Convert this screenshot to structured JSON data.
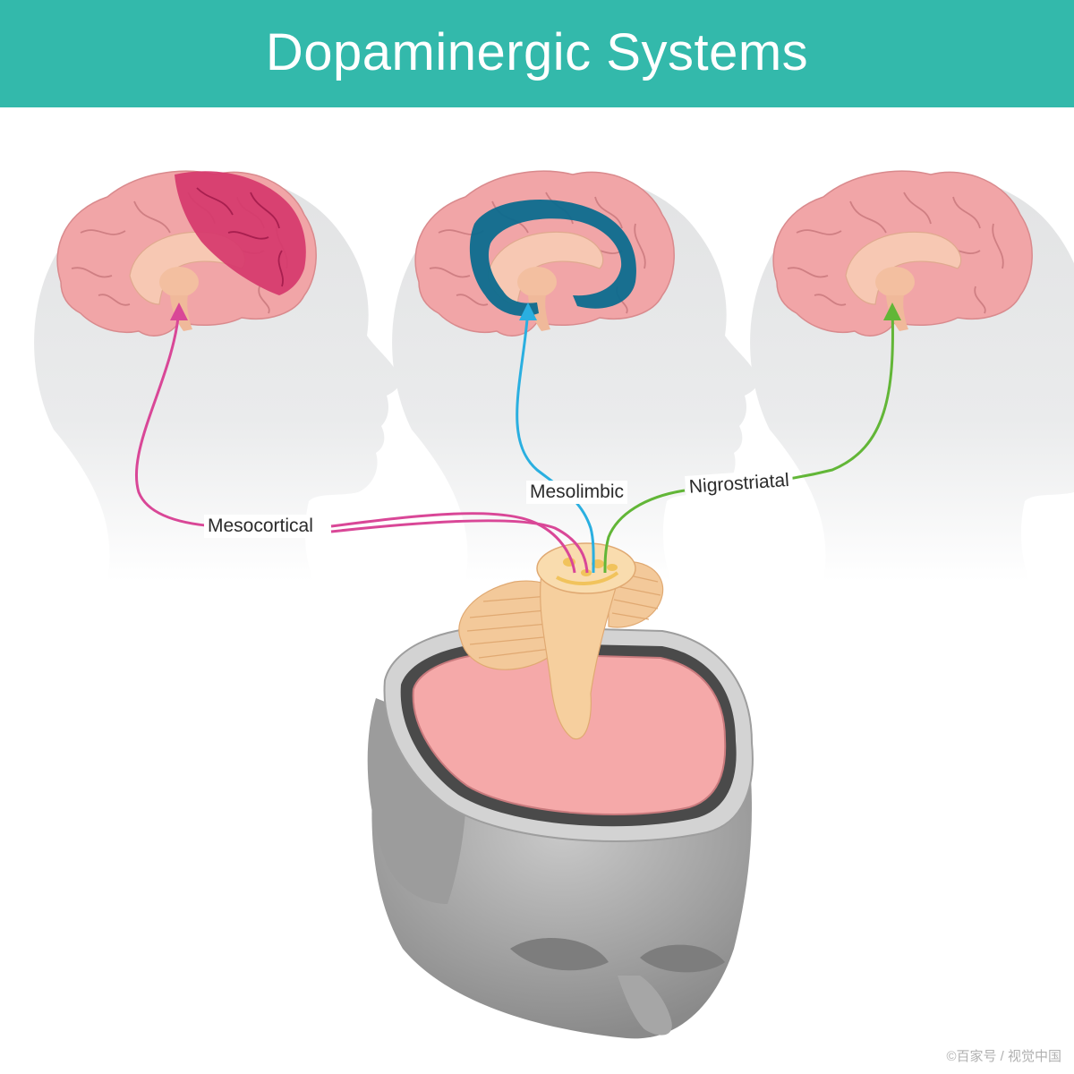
{
  "title": "Dopaminergic Systems",
  "pathways": [
    {
      "name": "Mesocortical",
      "color": "#d94797",
      "highlight": "#d6386c"
    },
    {
      "name": "Mesolimbic",
      "color": "#2aafe0",
      "highlight": "#0c6b8e"
    },
    {
      "name": "Nigrostriatal",
      "color": "#62b637",
      "highlight": "none"
    }
  ],
  "watermark": "©百家号 / 视觉中国",
  "colors": {
    "banner": "#33b9ab",
    "head_silhouette": "#e4e5e6",
    "brain": "#f1a5a7",
    "brain_inner": "#f7c8b3",
    "brainstem": "#f6cf9e",
    "skull": "#a9a9a9",
    "cut_surface": "#f5a9a9"
  }
}
